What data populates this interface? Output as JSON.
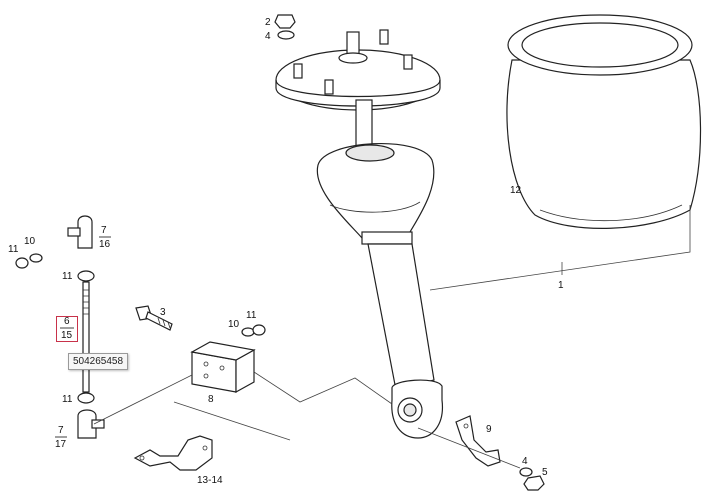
{
  "callouts": {
    "c1": "1",
    "c2": "2",
    "c3": "3",
    "c4_top": "4",
    "c4_bottom": "4",
    "c5": "5",
    "c6_num": "6",
    "c6_den": "15",
    "c7a_num": "7",
    "c7a_den": "16",
    "c7b_num": "7",
    "c7b_den": "17",
    "c8": "8",
    "c9": "9",
    "c10_left": "10",
    "c10_mid": "10",
    "c11_a": "11",
    "c11_b": "11",
    "c11_c": "11",
    "c11_d": "11",
    "c12": "12",
    "c13_14": "13-14"
  },
  "tooltip": {
    "part_number": "504265458"
  },
  "colors": {
    "highlight": "#c8324a",
    "line": "#222222"
  }
}
